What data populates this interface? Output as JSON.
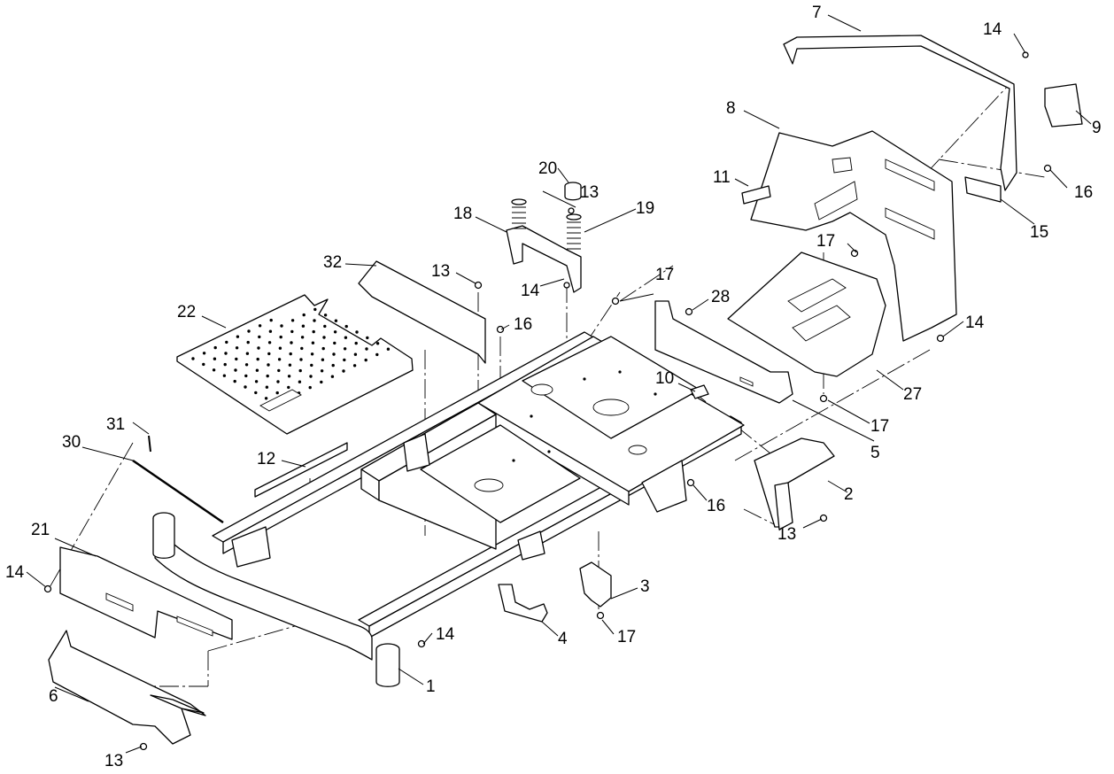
{
  "callouts": [
    {
      "id": "1",
      "label": "1"
    },
    {
      "id": "2",
      "label": "2"
    },
    {
      "id": "3",
      "label": "3"
    },
    {
      "id": "4",
      "label": "4"
    },
    {
      "id": "5",
      "label": "5"
    },
    {
      "id": "6",
      "label": "6"
    },
    {
      "id": "7",
      "label": "7"
    },
    {
      "id": "8",
      "label": "8"
    },
    {
      "id": "9",
      "label": "9"
    },
    {
      "id": "10",
      "label": "10"
    },
    {
      "id": "11",
      "label": "11"
    },
    {
      "id": "12",
      "label": "12"
    },
    {
      "id": "13a",
      "label": "13"
    },
    {
      "id": "13b",
      "label": "13"
    },
    {
      "id": "13c",
      "label": "13"
    },
    {
      "id": "13d",
      "label": "13"
    },
    {
      "id": "14a",
      "label": "14"
    },
    {
      "id": "14b",
      "label": "14"
    },
    {
      "id": "14c",
      "label": "14"
    },
    {
      "id": "14d",
      "label": "14"
    },
    {
      "id": "14e",
      "label": "14"
    },
    {
      "id": "15",
      "label": "15"
    },
    {
      "id": "16a",
      "label": "16"
    },
    {
      "id": "16b",
      "label": "16"
    },
    {
      "id": "16c",
      "label": "16"
    },
    {
      "id": "17a",
      "label": "17"
    },
    {
      "id": "17b",
      "label": "17"
    },
    {
      "id": "17c",
      "label": "17"
    },
    {
      "id": "17d",
      "label": "17"
    },
    {
      "id": "18",
      "label": "18"
    },
    {
      "id": "19",
      "label": "19"
    },
    {
      "id": "20",
      "label": "20"
    },
    {
      "id": "21",
      "label": "21"
    },
    {
      "id": "22",
      "label": "22"
    },
    {
      "id": "27",
      "label": "27"
    },
    {
      "id": "28",
      "label": "28"
    },
    {
      "id": "30",
      "label": "30"
    },
    {
      "id": "31",
      "label": "31"
    },
    {
      "id": "32",
      "label": "32"
    }
  ]
}
